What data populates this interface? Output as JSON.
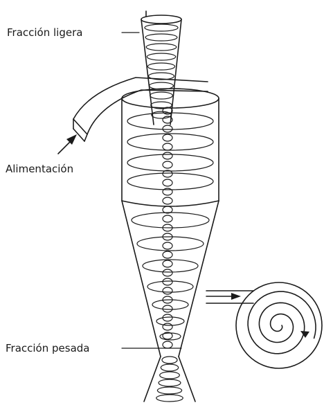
{
  "labels": {
    "light_fraction": "Fracción ligera",
    "feed": "Alimentación",
    "heavy_fraction": "Fracción pesada"
  },
  "colors": {
    "ink": "#1a1a1a",
    "background": "#ffffff"
  }
}
